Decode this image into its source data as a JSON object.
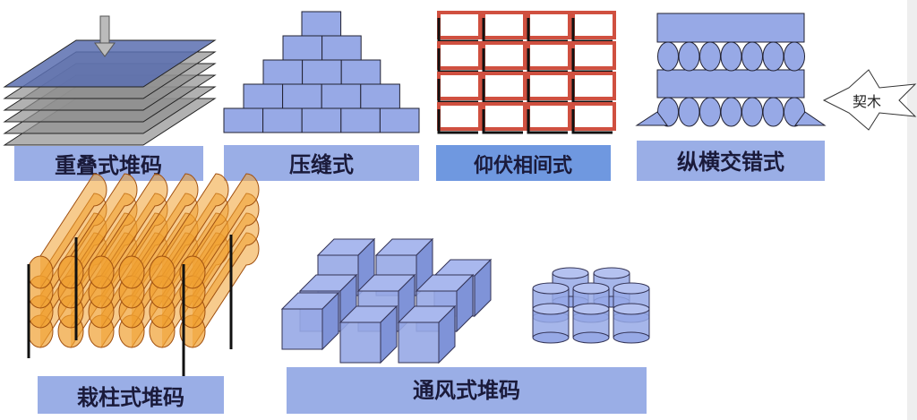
{
  "labels": {
    "stacked": "重叠式堆码",
    "staggered_joint": "压缝式",
    "alternating_up_down": "仰伏相间式",
    "crisscross": "纵横交错式",
    "wedge": "契木",
    "post": "栽柱式堆码",
    "ventilated": "通风式堆码"
  },
  "colors": {
    "block_fill": "#97a9e6",
    "label_fill": "#9aaee6",
    "label_dark_fill": "#6f98e0",
    "plate_top": "#5a6fb0",
    "plate_gray": "#909090",
    "log_orange": "#f0a030",
    "brick_red": "#d05040"
  }
}
